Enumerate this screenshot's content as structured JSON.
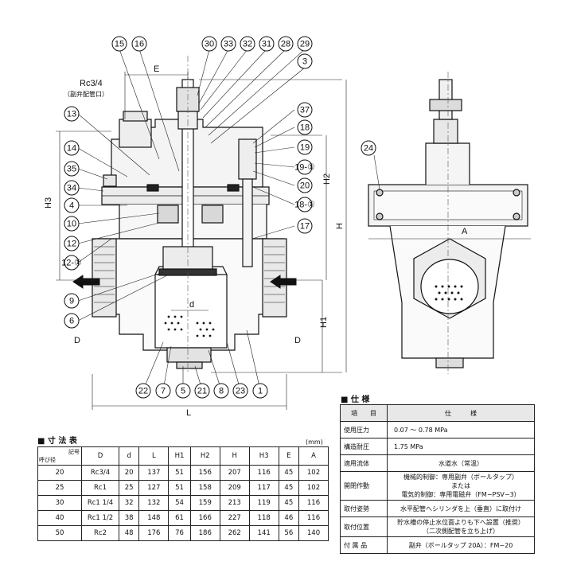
{
  "callouts_top": [
    "15",
    "16",
    "30",
    "33",
    "32",
    "31",
    "28",
    "29",
    "3"
  ],
  "callouts_left": [
    "13",
    "14",
    "35",
    "34",
    "4",
    "10",
    "12",
    "12-①",
    "9",
    "6"
  ],
  "callouts_right": [
    "37",
    "18",
    "19",
    "19-①",
    "20",
    "18-①",
    "17"
  ],
  "callouts_bottom": [
    "22",
    "7",
    "5",
    "21",
    "8",
    "23",
    "1"
  ],
  "callout_side_view": "24",
  "dims": {
    "E": "E",
    "H3": "H3",
    "H2": "H2",
    "H": "H",
    "H1": "H1",
    "L": "L",
    "A": "A",
    "d": "d",
    "D_left": "D",
    "D_right": "D"
  },
  "port_label": "Rc3/4",
  "port_note": "（副弁配管口）",
  "dimension_table": {
    "title": "■ 寸 法 表",
    "unit": "(mm)",
    "corner_top": "記号",
    "corner_bottom": "呼び径",
    "columns": [
      "D",
      "d",
      "L",
      "H1",
      "H2",
      "H",
      "H3",
      "E",
      "A"
    ],
    "rows": [
      {
        "size": "20",
        "values": [
          "Rc3/4",
          "20",
          "137",
          "51",
          "156",
          "207",
          "116",
          "45",
          "102"
        ]
      },
      {
        "size": "25",
        "values": [
          "Rc1",
          "25",
          "127",
          "51",
          "158",
          "209",
          "117",
          "45",
          "102"
        ]
      },
      {
        "size": "30",
        "values": [
          "Rc1 1/4",
          "32",
          "132",
          "54",
          "159",
          "213",
          "119",
          "45",
          "116"
        ]
      },
      {
        "size": "40",
        "values": [
          "Rc1 1/2",
          "38",
          "148",
          "61",
          "166",
          "227",
          "118",
          "46",
          "116"
        ]
      },
      {
        "size": "50",
        "values": [
          "Rc2",
          "48",
          "176",
          "76",
          "186",
          "262",
          "141",
          "56",
          "140"
        ]
      }
    ]
  },
  "spec_table": {
    "title": "■ 仕 様",
    "header": [
      "項　　目",
      "仕　　　様"
    ],
    "rows": [
      {
        "key": "使用圧力",
        "lines": [
          "0.07 〜 0.78 MPa"
        ]
      },
      {
        "key": "構造耐圧",
        "lines": [
          "1.75 MPa"
        ]
      },
      {
        "key": "適用流体",
        "lines": [
          "水道水（常温）"
        ]
      },
      {
        "key": "開閉作動",
        "lines": [
          "機械的制御：専用副弁（ボールタップ）",
          "または",
          "電気的制御：専用電磁弁（FM−PSV−3）"
        ]
      },
      {
        "key": "取付姿勢",
        "lines": [
          "水平配管へシリンダを上（垂直）に取付け"
        ]
      },
      {
        "key": "取付位置",
        "lines": [
          "貯水槽の停止水位面よりも下へ設置（推奨）",
          "（二次側配管を立ち上げ）"
        ]
      },
      {
        "key": "付 属 品",
        "lines": [
          "副弁（ボールタップ 20A）：FM−20"
        ]
      }
    ]
  }
}
